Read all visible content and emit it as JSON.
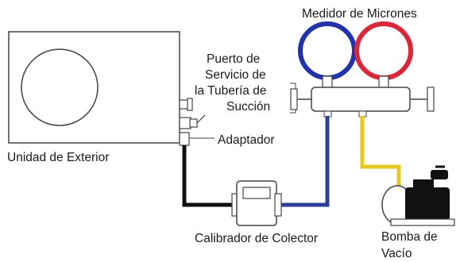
{
  "labels": {
    "micron_gauge": "Medidor de Micrones",
    "service_port": [
      "Puerto de",
      "Servicio de",
      "la Tubería de",
      "Succión"
    ],
    "adapter": "Adaptador",
    "outdoor_unit": "Unidad de Exterior",
    "manifold_gauge": "Calibrador de Colector",
    "vacuum_pump": [
      "Bomba de",
      "Vacío"
    ]
  },
  "colors": {
    "low_side_gauge": "#2233aa",
    "high_side_gauge": "#d8283a",
    "blue_hose": "#2a3f9a",
    "yellow_hose": "#e8c81e",
    "black_hose": "#111111",
    "outline": "#444444"
  },
  "icons": {
    "outdoor_unit": "outdoor-unit-icon",
    "fan": "fan-icon",
    "micron_gauge": "micron-gauge-icon",
    "manifold": "manifold-icon",
    "vacuum_pump": "vacuum-pump-icon"
  }
}
